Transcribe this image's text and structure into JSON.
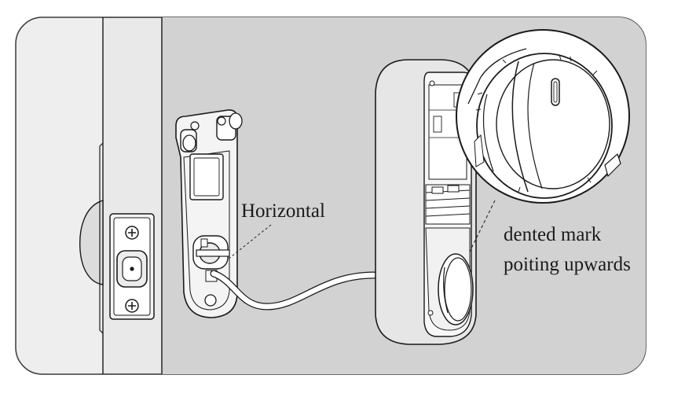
{
  "diagram": {
    "callouts": {
      "horizontal": "Horizontal",
      "dented_line1": "dented mark",
      "dented_line2": "poiting upwards"
    }
  },
  "colors": {
    "frame_bg": "#eeeeee",
    "door_face": "#d2d2d2",
    "door_edge": "#e9e9e9",
    "line": "#1a1a1a",
    "part_fill": "#ffffff",
    "cable": "#ffffff"
  },
  "icons": [
    "screw-icon",
    "deadbolt-icon",
    "thumbturn-icon"
  ]
}
